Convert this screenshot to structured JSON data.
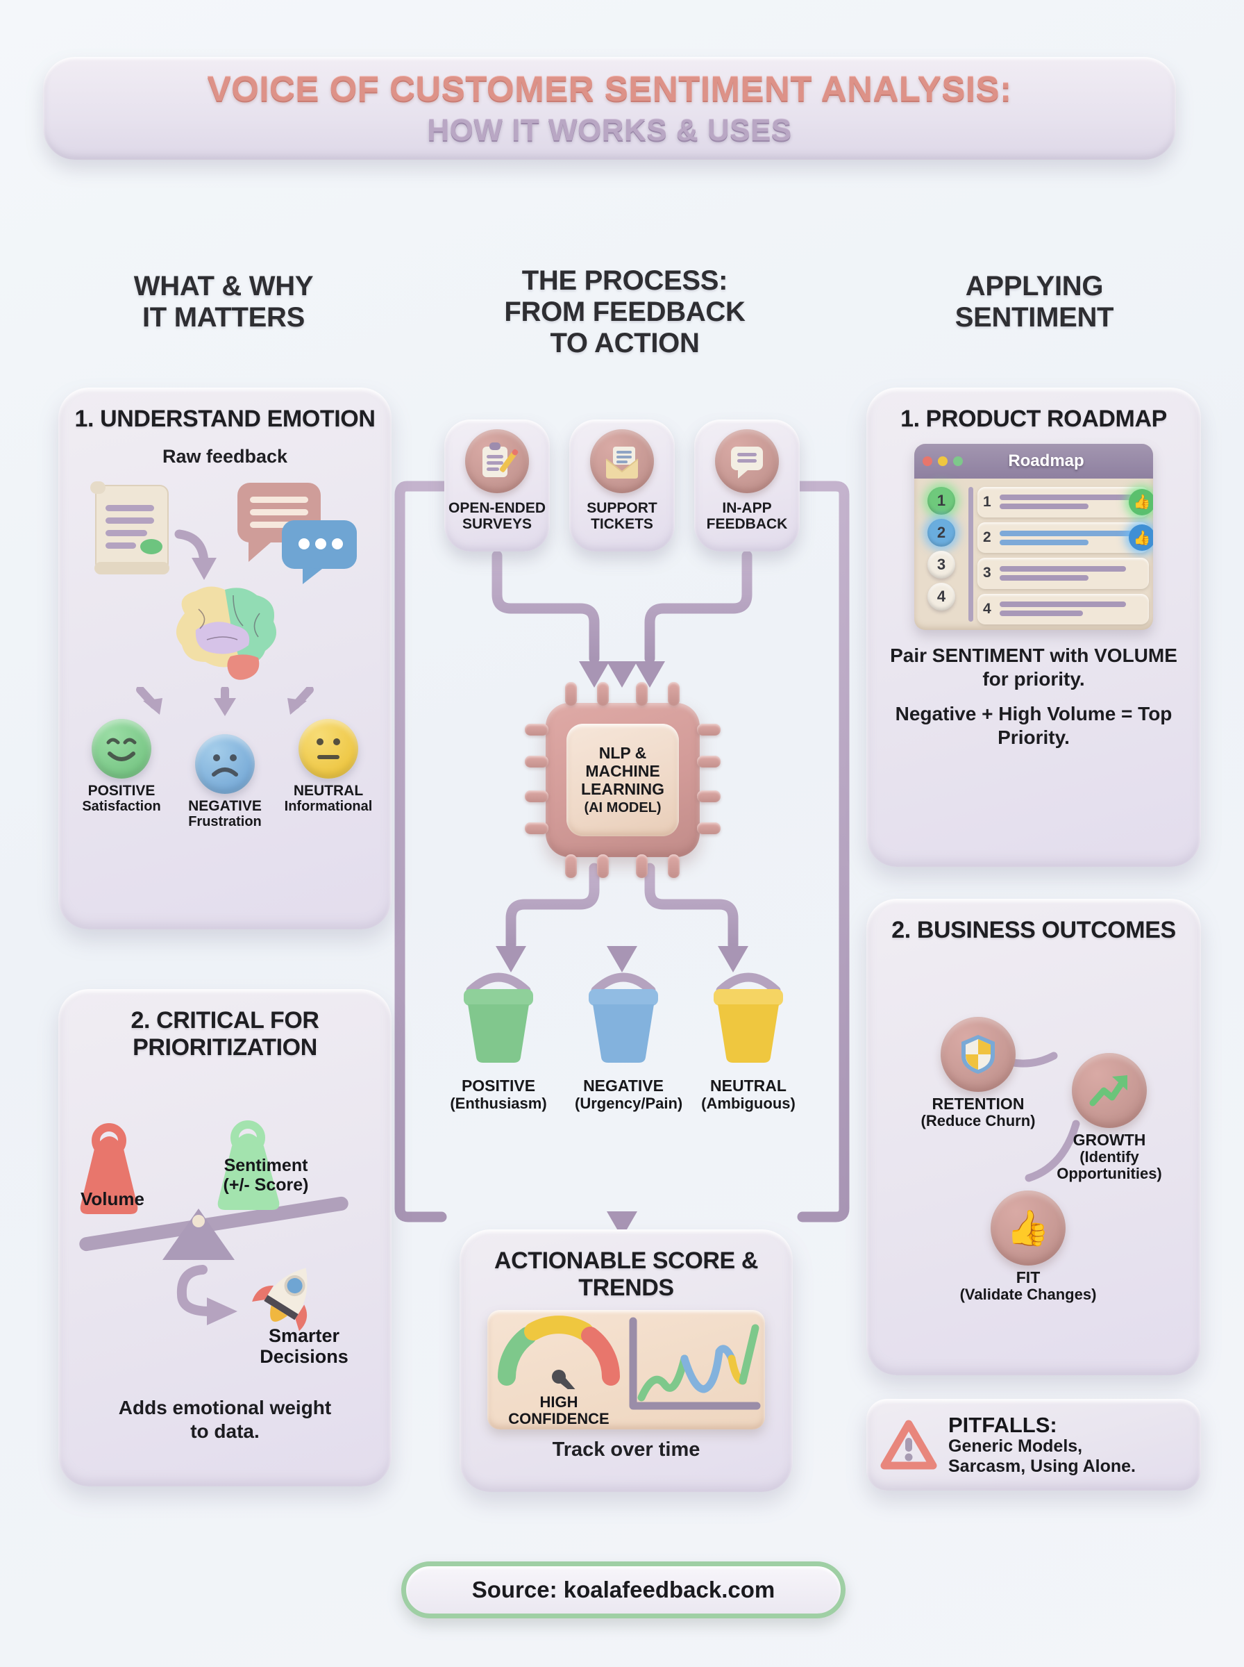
{
  "title": {
    "line1": "VOICE OF CUSTOMER SENTIMENT ANALYSIS:",
    "line2": "HOW IT WORKS & USES"
  },
  "columns": {
    "left_heading": "WHAT & WHY\nIT MATTERS",
    "middle_heading": "THE PROCESS:\nFROM FEEDBACK\nTO ACTION",
    "right_heading": "APPLYING\nSENTIMENT"
  },
  "left": {
    "card1": {
      "title": "1. UNDERSTAND EMOTION",
      "subtitle": "Raw feedback",
      "sentiments": [
        {
          "label": "POSITIVE",
          "sub": "Satisfaction",
          "color": "#7fc98a",
          "face": "happy-face-icon"
        },
        {
          "label": "NEGATIVE",
          "sub": "Frustration",
          "color": "#7fb0dc",
          "face": "sad-face-icon"
        },
        {
          "label": "NEUTRAL",
          "sub": "Informational",
          "color": "#f0cb4e",
          "face": "neutral-face-icon"
        }
      ]
    },
    "card2": {
      "title": "2. CRITICAL FOR PRIORITIZATION",
      "weight_left": "Volume",
      "weight_right": "Sentiment\n(+/- Score)",
      "outcome": "Smarter\nDecisions",
      "note": "Adds emotional weight\nto data."
    }
  },
  "middle": {
    "sources": [
      {
        "label": "OPEN-ENDED SURVEYS",
        "icon": "clipboard-pencil-icon"
      },
      {
        "label": "SUPPORT TICKETS",
        "icon": "envelope-icon"
      },
      {
        "label": "IN-APP FEEDBACK",
        "icon": "speech-bubble-icon"
      }
    ],
    "engine": {
      "line1": "NLP &",
      "line2": "MACHINE",
      "line3": "LEARNING",
      "line4": "(AI MODEL)"
    },
    "buckets": [
      {
        "label": "POSITIVE",
        "sub": "(Enthusiasm)",
        "color": "#87c98e"
      },
      {
        "label": "NEGATIVE",
        "sub": "(Urgency/Pain)",
        "color": "#83b2dd"
      },
      {
        "label": "NEUTRAL",
        "sub": "(Ambiguous)",
        "color": "#f0ca4c"
      }
    ],
    "actionable": {
      "title": "ACTIONABLE SCORE & TRENDS",
      "gauge_label": "HIGH\nCONFIDENCE",
      "footer": "Track over time"
    }
  },
  "right": {
    "card1": {
      "title": "1. PRODUCT ROADMAP",
      "window_title": "Roadmap",
      "badges": [
        {
          "num": "1",
          "color": "#6fc97c",
          "glow": "#7fe48d"
        },
        {
          "num": "2",
          "color": "#6aadde",
          "glow": "#7cc8f5"
        },
        {
          "num": "3",
          "color": "#f2ece1",
          "glow": ""
        },
        {
          "num": "4",
          "color": "#f2ece1",
          "glow": ""
        }
      ],
      "rows": [
        {
          "num": "1",
          "line_color": "#a898b8",
          "thumb": "#5bc06d",
          "thumb_icon": "thumbs-up-icon"
        },
        {
          "num": "2",
          "line_color": "#7da9d8",
          "thumb": "#3f8fd4",
          "thumb_icon": "thumbs-up-icon"
        },
        {
          "num": "3",
          "line_color": "#a898b8",
          "thumb": "",
          "thumb_icon": ""
        },
        {
          "num": "4",
          "line_color": "#a898b8",
          "thumb": "",
          "thumb_icon": ""
        }
      ],
      "note1": "Pair SENTIMENT with VOLUME for priority.",
      "note2": "Negative + High Volume = Top Priority."
    },
    "card2": {
      "title": "2. BUSINESS OUTCOMES",
      "nodes": [
        {
          "label": "RETENTION",
          "sub": "(Reduce Churn)",
          "icon": "shield-icon"
        },
        {
          "label": "GROWTH",
          "sub": "(Identify Opportunities)",
          "icon": "growth-arrow-icon"
        },
        {
          "label": "FIT",
          "sub": "(Validate Changes)",
          "icon": "thumbs-up-icon"
        }
      ]
    },
    "pitfalls": {
      "title": "PITFALLS:",
      "body": "Generic Models,\nSarcasm, Using Alone.",
      "icon": "warning-triangle-icon"
    }
  },
  "footer": {
    "source": "Source: koalafeedback.com"
  },
  "colors": {
    "background": "#f2f5f9",
    "card": "#ebe8f0",
    "accent_rose": "#dd9288",
    "accent_purple": "#b9a7c4",
    "connector": "#b5a3bf",
    "positive": "#7fc98a",
    "negative": "#7fb0dc",
    "neutral": "#f0cb4e"
  }
}
